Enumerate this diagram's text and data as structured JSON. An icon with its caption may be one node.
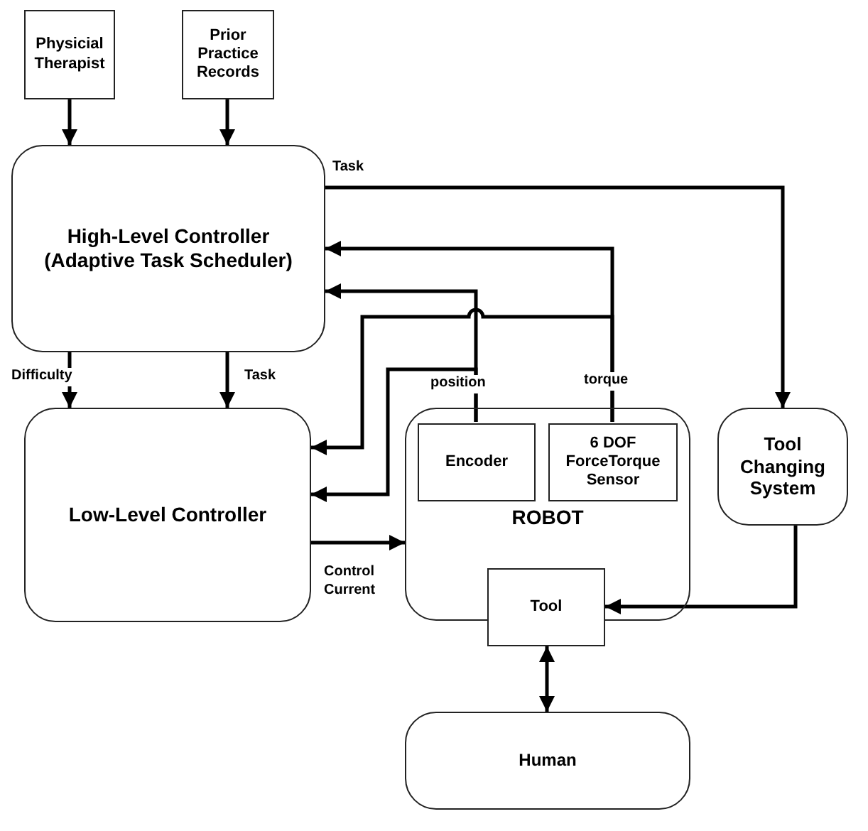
{
  "diagram": {
    "nodes": [
      {
        "text": [
          "Physicial Therapist"
        ]
      },
      {
        "text": [
          "Prior Practice Records"
        ]
      },
      {
        "text": [
          "High-Level Controller (Adaptive Task Scheduler)"
        ]
      },
      {
        "text": [
          "Low-Level Controller"
        ]
      },
      {
        "text": [
          "ROBOT"
        ]
      },
      {
        "text": [
          "Encoder"
        ],
        "in": 4
      },
      {
        "text": [
          "6 DOF ForceTorque Sensor"
        ],
        "in": 4
      },
      {
        "text": [
          "Tool"
        ]
      },
      {
        "text": [
          "Tool Changing System"
        ]
      },
      {
        "text": [
          "Human"
        ]
      }
    ],
    "edges": [
      {
        "from": 0,
        "to": 2,
        "arrow": "to"
      },
      {
        "from": 1,
        "to": 2,
        "arrow": "to"
      },
      {
        "from": 2,
        "to": 8,
        "arrow": "to",
        "label": "Task"
      },
      {
        "from": 6,
        "to": 2,
        "arrow": "to",
        "label": "torque"
      },
      {
        "from": 5,
        "to": 2,
        "arrow": "to",
        "label": "position"
      },
      {
        "from": 6,
        "to": 3,
        "arrow": "to"
      },
      {
        "from": 5,
        "to": 3,
        "arrow": "to"
      },
      {
        "from": 2,
        "to": 3,
        "arrow": "to",
        "label": "Difficulty"
      },
      {
        "from": 2,
        "to": 3,
        "arrow": "to",
        "label": "Task"
      },
      {
        "from": 3,
        "to": 4,
        "arrow": "to",
        "label": "Control Current"
      },
      {
        "from": 8,
        "to": 7,
        "arrow": "to"
      },
      {
        "from": 7,
        "to": 9,
        "arrow": "both"
      }
    ]
  }
}
